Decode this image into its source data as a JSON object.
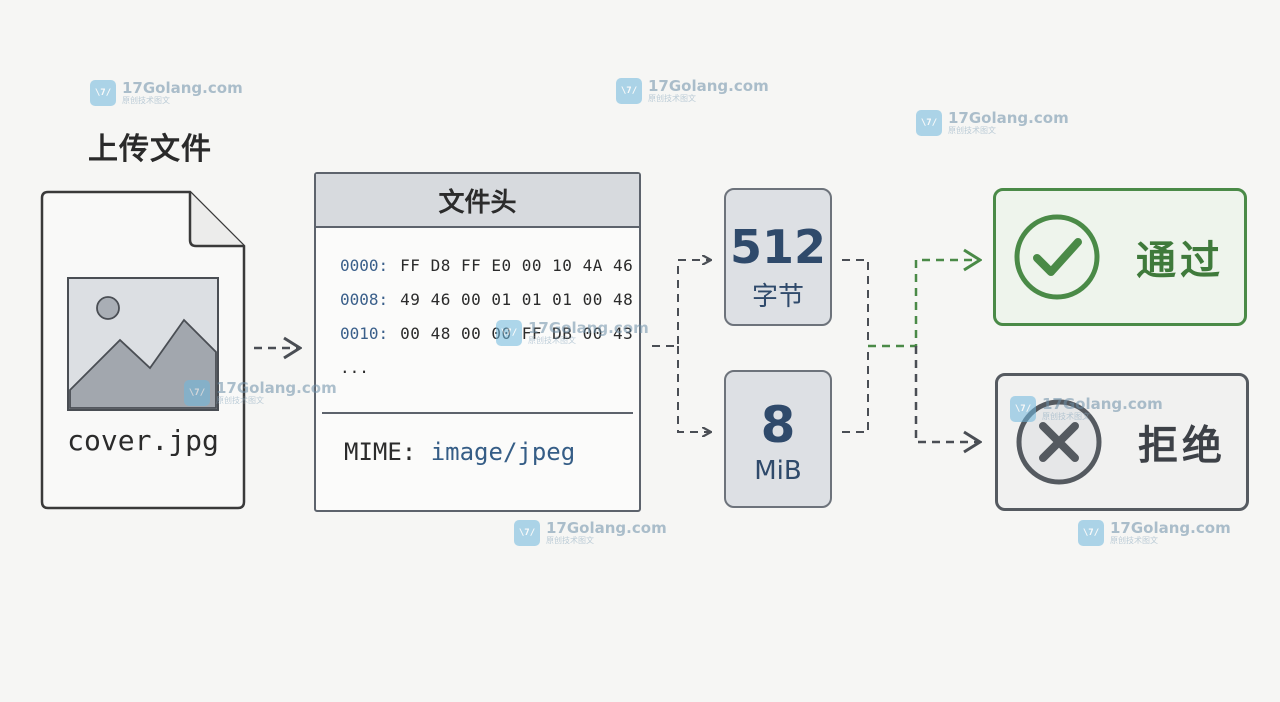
{
  "title": "上传文件",
  "file": {
    "name": "cover.jpg"
  },
  "header_panel": {
    "title": "文件头",
    "rows": [
      {
        "offset": "0000:",
        "bytes": "FF D8 FF E0 00 10 4A 46"
      },
      {
        "offset": "0008:",
        "bytes": "49 46 00 01 01 01 00 48"
      },
      {
        "offset": "0010:",
        "bytes": "00 48 00 00 FF DB 00 43"
      }
    ],
    "ellipsis": "...",
    "mime_label": "MIME:",
    "mime_value": "image/jpeg"
  },
  "limits": [
    {
      "value": "512",
      "unit": "字节"
    },
    {
      "value": "8",
      "unit": "MiB"
    }
  ],
  "results": {
    "pass": "通过",
    "reject": "拒绝"
  },
  "watermark": {
    "site": "17Golang.com",
    "sub": "原创技术图文",
    "logo": "\\7/"
  },
  "colors": {
    "pass": "#4a8a47",
    "reject": "#555a60",
    "accent": "#355d86"
  }
}
